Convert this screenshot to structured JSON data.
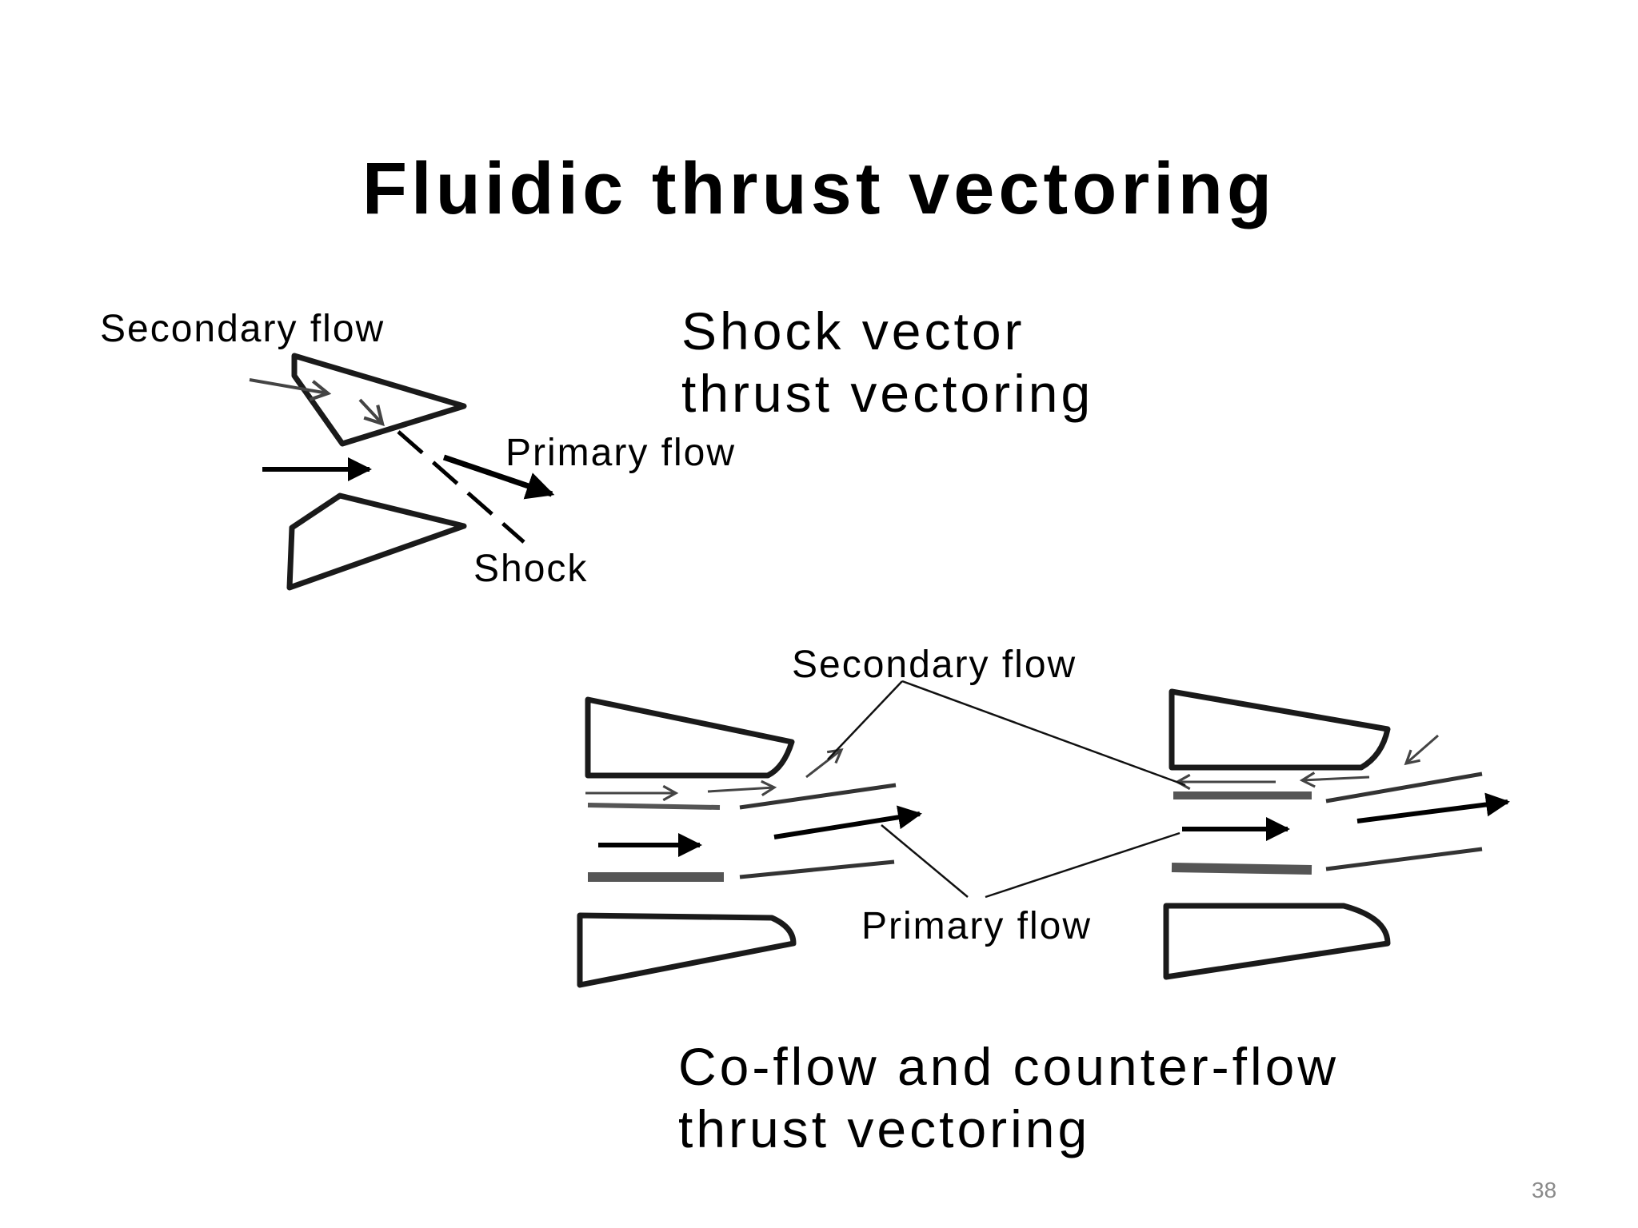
{
  "title": "Fluidic thrust vectoring",
  "shock_vector": {
    "heading_line1": "Shock vector",
    "heading_line2": "thrust vectoring",
    "label_secondary": "Secondary flow",
    "label_primary": "Primary flow",
    "label_shock": "Shock"
  },
  "co_counter_flow": {
    "heading_line1": "Co-flow and counter-flow",
    "heading_line2": "thrust vectoring",
    "label_secondary": "Secondary flow",
    "label_primary": "Primary flow"
  },
  "page_number": "38",
  "colors": {
    "text": "#000000",
    "outline": "#1a1a1a",
    "secondary_arrow": "#444444",
    "page_number": "#8a8a8a"
  }
}
